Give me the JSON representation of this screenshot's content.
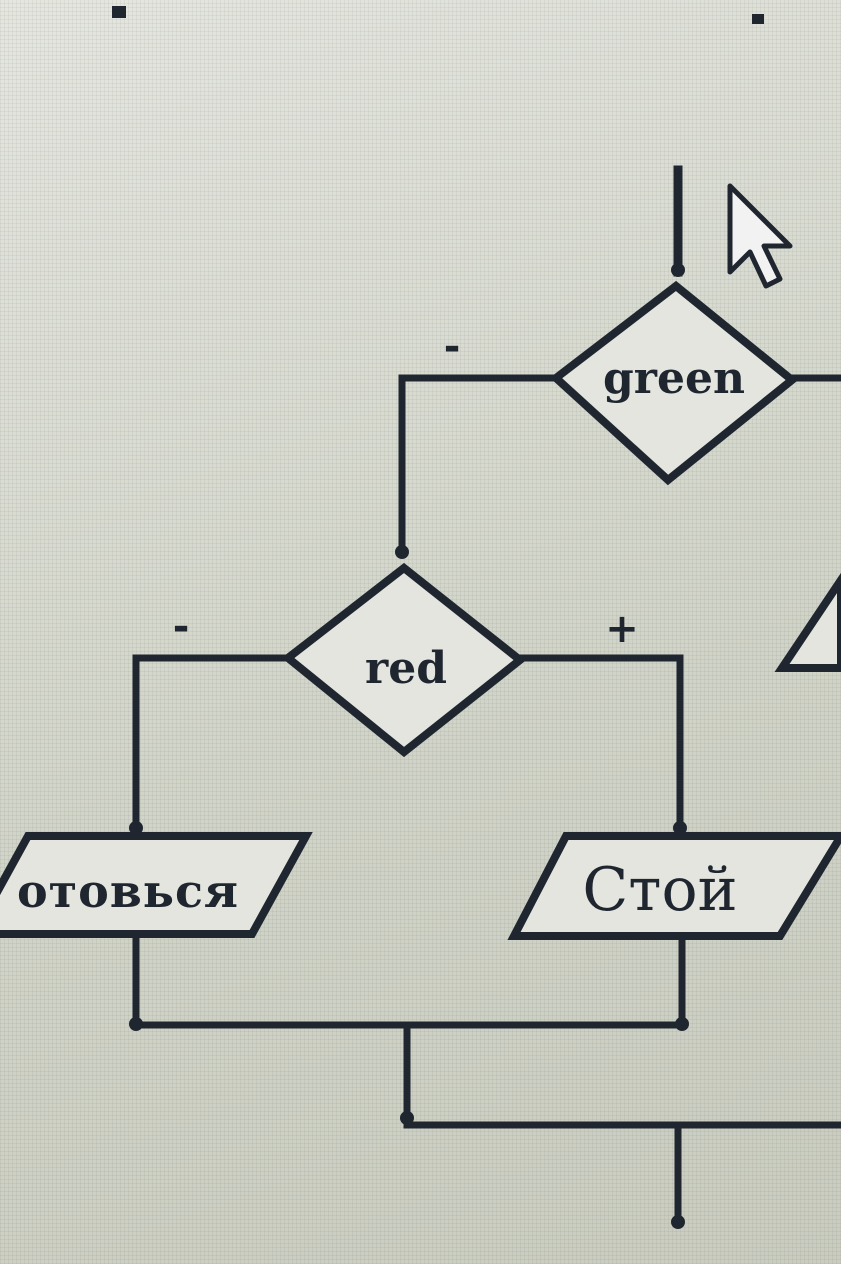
{
  "flowchart": {
    "decisions": [
      {
        "id": "green",
        "label": "green",
        "no_label": "-",
        "yes_label": ""
      },
      {
        "id": "red",
        "label": "red",
        "no_label": "-",
        "yes_label": "+"
      }
    ],
    "outputs": [
      {
        "id": "get-ready",
        "label": "отовься"
      },
      {
        "id": "stop",
        "label": "Стой"
      }
    ]
  },
  "colors": {
    "line": "#1f2630",
    "background": "#d3d6cb"
  }
}
